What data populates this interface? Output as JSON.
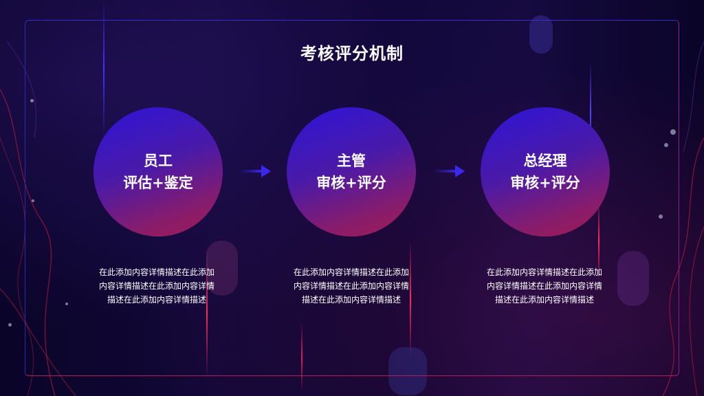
{
  "slide": {
    "title": "考核评分机制"
  },
  "steps": [
    {
      "line1": "员工",
      "line2": "评估+鉴定",
      "desc": "在此添加内容详情描述在此添加内容详情描述在此添加内容详情描述在此添加内容详情描述"
    },
    {
      "line1": "主管",
      "line2": "审核+评分",
      "desc": "在此添加内容详情描述在此添加内容详情描述在此添加内容详情描述在此添加内容详情描述"
    },
    {
      "line1": "总经理",
      "line2": "审核+评分",
      "desc": "在此添加内容详情描述在此添加内容详情描述在此添加内容详情描述在此添加内容详情描述"
    }
  ],
  "colors": {
    "background": "#0b0530",
    "circle_top": "#2d14d8",
    "circle_bottom": "#a01a55",
    "arrow": "#3322dd",
    "text": "#ffffff"
  },
  "icons": [
    "right-arrow-icon"
  ]
}
